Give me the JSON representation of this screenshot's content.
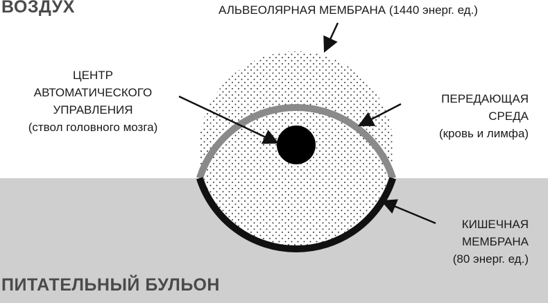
{
  "regions": {
    "top": "ВОЗДУХ",
    "bottom": "ПИТАТЕЛЬНЫЙ БУЛЬОН"
  },
  "labels": {
    "alveolar": "АЛЬВЕОЛЯРНАЯ МЕМБРАНА (1440 энерг. ед.)",
    "center": {
      "line1": "ЦЕНТР",
      "line2": "АВТОМАТИЧЕСКОГО",
      "line3": "УПРАВЛЕНИЯ",
      "line4": "(ствол головного мозга)"
    },
    "medium": {
      "line1": "ПЕРЕДАЮЩАЯ",
      "line2": "СРЕДА",
      "line3": "(кровь и лимфа)"
    },
    "intestinal": {
      "line1": "КИШЕЧНАЯ",
      "line2": "МЕМБРАНА",
      "line3": "(80 энерг. ед.)"
    }
  },
  "colors": {
    "background_top": "#ffffff",
    "background_bottom": "#cfcfcf",
    "membrane_upper": "#8a8a8a",
    "membrane_lower": "#111111",
    "core": "#000000",
    "dots": "#333333"
  }
}
